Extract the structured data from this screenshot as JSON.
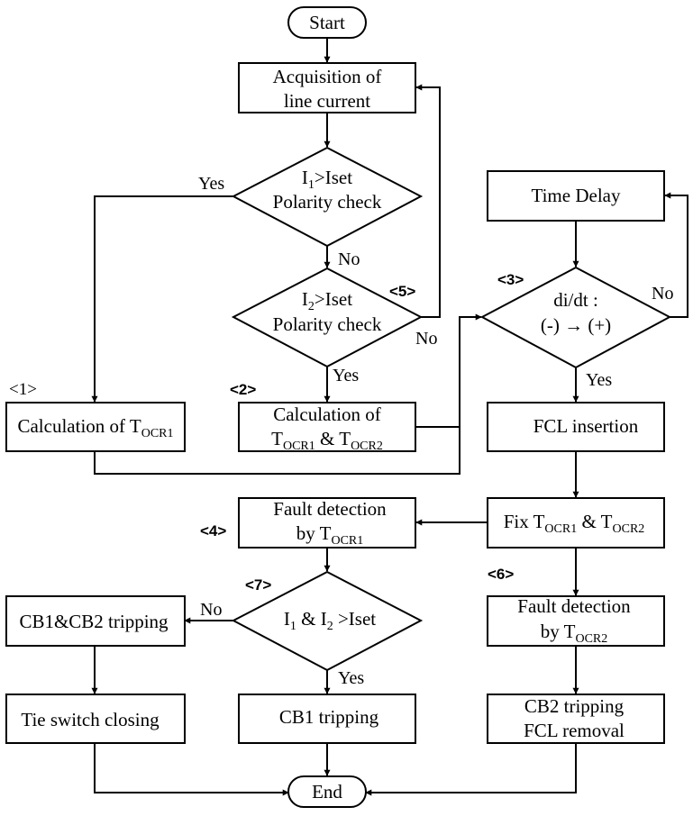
{
  "nodes": {
    "start": "Start",
    "acquisition_l1": "Acquisition of",
    "acquisition_l2": "line current",
    "cond1_l1_main": "I",
    "cond1_l1_sub": "1",
    "cond1_l1_rest": ">Iset",
    "cond1_l2": "Polarity check",
    "cond2_l1_main": "I",
    "cond2_l1_sub": "2",
    "cond2_l1_rest": ">Iset",
    "cond2_l2": "Polarity check",
    "calc1_main": "Calculation of T",
    "calc1_sub": "OCR1",
    "calc2_l1": "Calculation of",
    "calc2_l2_a": "T",
    "calc2_l2_a_sub": "OCR1",
    "calc2_l2_b": " & T",
    "calc2_l2_b_sub": "OCR2",
    "time_delay": "Time Delay",
    "didt_l1": "di/dt :",
    "didt_l2": "(-) → (+)",
    "fcl_insertion": "FCL insertion",
    "fix_a": "Fix T",
    "fix_a_sub": "OCR1",
    "fix_b": " & T",
    "fix_b_sub": "OCR2",
    "fd1_l1": "Fault detection",
    "fd1_l2_main": "by T",
    "fd1_l2_sub": "OCR1",
    "cond7_a": "I",
    "cond7_a_sub": "1",
    "cond7_b": " & I",
    "cond7_b_sub": "2",
    "cond7_c": " >Iset",
    "cb12_tripping": "CB1&CB2 tripping",
    "cb1_tripping": "CB1 tripping",
    "fd2_l1": "Fault detection",
    "fd2_l2_main": "by T",
    "fd2_l2_sub": "OCR2",
    "tie_switch": "Tie switch closing",
    "cb2_l1": "CB2 tripping",
    "cb2_l2": "FCL removal",
    "end": "End"
  },
  "edge_labels": {
    "cond1_yes": "Yes",
    "cond1_no": "No",
    "cond2_no": "No",
    "cond2_yes": "Yes",
    "didt_no": "No",
    "didt_yes": "Yes",
    "cond7_no": "No",
    "cond7_yes": "Yes"
  },
  "tags": {
    "t1": "<1>",
    "t2": "<2>",
    "t3": "<3>",
    "t4": "<4>",
    "t5": "<5>",
    "t6": "<6>",
    "t7": "<7>"
  }
}
